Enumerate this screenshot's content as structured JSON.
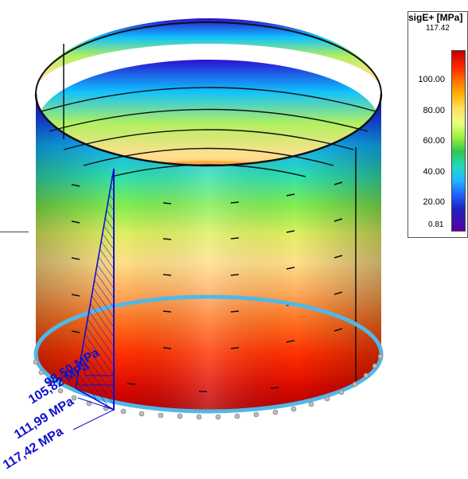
{
  "legend": {
    "title": "sigE+ [MPa]",
    "max_value": "117.42",
    "min_value": "0.81",
    "ticks": [
      "100.00",
      "80.00",
      "60.00",
      "40.00",
      "20.00"
    ]
  },
  "annotations": [
    {
      "label": "98,50 MPa"
    },
    {
      "label": "105,82 MPa"
    },
    {
      "label": "111,99 MPa"
    },
    {
      "label": "117,42 MPa"
    }
  ],
  "colors": {
    "stress_high": "#cc0000",
    "stress_low": "#3a00c0",
    "annotation": "#1010cc",
    "mesh_lines": "#111111",
    "support": "#aaaaaa"
  }
}
